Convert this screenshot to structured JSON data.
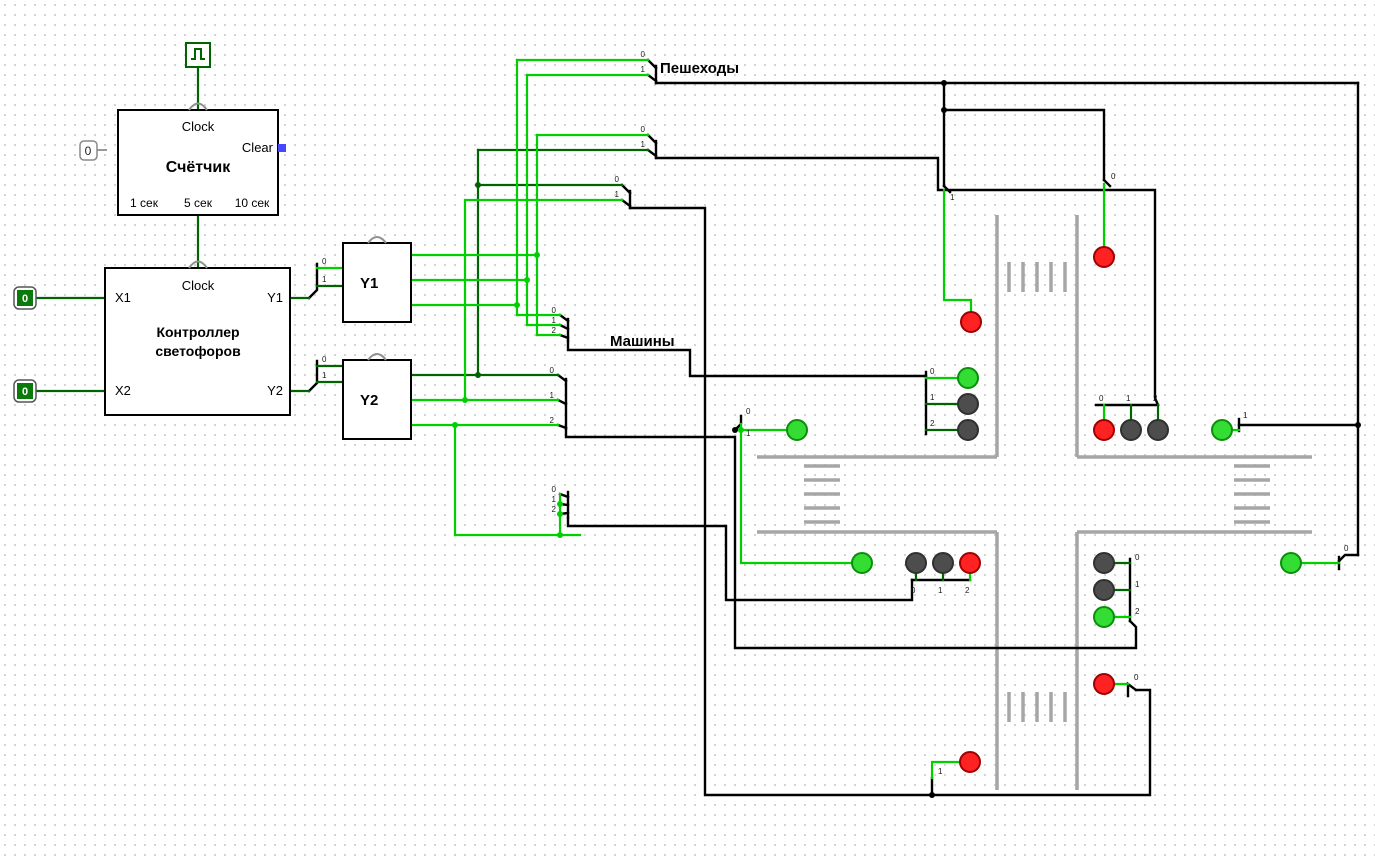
{
  "colors": {
    "wire_on": "#00cf00",
    "wire_off": "#006400",
    "bus": "#000000",
    "road": "#a6a6a6",
    "notch": "#909090",
    "component_border": "#000000",
    "clear_pin": "#4747ff",
    "input_fill": "#0a7a0a"
  },
  "counter": {
    "title": "Счётчик",
    "clock": "Clock",
    "clear": "Clear",
    "t1": "1 сек",
    "t5": "5 сек",
    "t10": "10 сек"
  },
  "controller": {
    "title1": "Контроллер",
    "title2": "светофоров",
    "clock": "Clock",
    "x1": "X1",
    "x2": "X2",
    "y1": "Y1",
    "y2": "Y2"
  },
  "decoders": {
    "y1": "Y1",
    "y2": "Y2"
  },
  "inputs": {
    "x1_value": "0",
    "x2_value": "0",
    "constant_value": "0"
  },
  "labels": {
    "pedestrians": "Пешеходы",
    "cars": "Машины"
  },
  "digits": {
    "d0": "0",
    "d1": "1",
    "d2": "2"
  },
  "lights": {
    "p1": {
      "fill": "#ff2222",
      "stroke": "#a00000"
    },
    "p2": {
      "fill": "#ff2222",
      "stroke": "#a00000"
    },
    "p3": {
      "fill": "#33dd33",
      "stroke": "#0b8f0b"
    },
    "p4": {
      "fill": "#33dd33",
      "stroke": "#0b8f0b"
    },
    "p5": {
      "fill": "#33dd33",
      "stroke": "#0b8f0b"
    },
    "p6": {
      "fill": "#33dd33",
      "stroke": "#0b8f0b"
    },
    "p7": {
      "fill": "#ff2222",
      "stroke": "#a00000"
    },
    "p8": {
      "fill": "#ff2222",
      "stroke": "#a00000"
    },
    "a0": {
      "fill": "#33dd33",
      "stroke": "#0b8f0b"
    },
    "a1": {
      "fill": "#4d4d4d",
      "stroke": "#303030"
    },
    "a2": {
      "fill": "#4d4d4d",
      "stroke": "#303030"
    },
    "b0": {
      "fill": "#ff2222",
      "stroke": "#a00000"
    },
    "b1": {
      "fill": "#4d4d4d",
      "stroke": "#303030"
    },
    "b2": {
      "fill": "#4d4d4d",
      "stroke": "#303030"
    },
    "c0": {
      "fill": "#4d4d4d",
      "stroke": "#303030"
    },
    "c1": {
      "fill": "#4d4d4d",
      "stroke": "#303030"
    },
    "c2": {
      "fill": "#ff2222",
      "stroke": "#a00000"
    },
    "d0": {
      "fill": "#4d4d4d",
      "stroke": "#303030"
    },
    "d1": {
      "fill": "#4d4d4d",
      "stroke": "#303030"
    },
    "d2": {
      "fill": "#33dd33",
      "stroke": "#0b8f0b"
    }
  }
}
